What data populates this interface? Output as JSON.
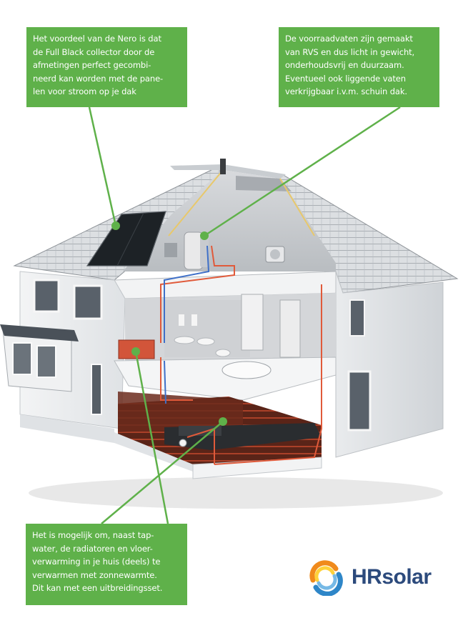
{
  "callouts": {
    "top_left": {
      "lines": [
        "Het voordeel van de Nero is dat",
        "de Full Black collector door de",
        "afmetingen perfect gecombi-",
        "neerd kan worden met de pane-",
        "len voor stroom op je dak"
      ]
    },
    "top_right": {
      "lines": [
        "De voorraadvaten zijn gemaakt",
        "van RVS en dus licht in gewicht,",
        "onderhoudsvrij en duurzaam.",
        "Eventueel ook liggende vaten",
        "verkrijgbaar i.v.m. schuin dak."
      ]
    },
    "bottom_left": {
      "lines": [
        "Het is mogelijk om, naast tap-",
        "water, de radiatoren en vloer-",
        "verwarming in je huis (deels) te",
        "verwarmen met zonnewarmte.",
        "Dit kan met een uitbreidingsset."
      ]
    }
  },
  "brand": {
    "name": "HRsolar",
    "text_color": "#2c4a7c",
    "mark_colors": [
      "#f08a1c",
      "#ffd13a",
      "#2e86c8",
      "#76b9e6"
    ]
  },
  "colors": {
    "callout_green": "#5fb14a",
    "pipe_red": "#e05a3a",
    "pipe_blue": "#3f70c8"
  }
}
